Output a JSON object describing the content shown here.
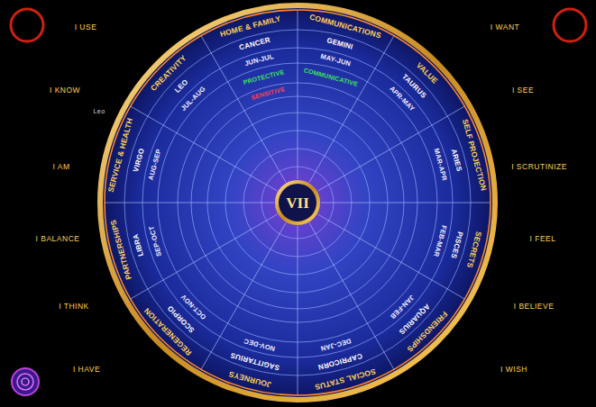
{
  "diagram": {
    "nodes": [
      {
        "text": [
          "VII"
        ]
      }
    ],
    "labels": [
      "HOME & FAMILY",
      "COMMUNICATIONS",
      "VALUE",
      "SELF PROJECTION",
      "SECRETS",
      "FRIENDSHIPS",
      "SOCIAL STATUS",
      "JOURNEYS",
      "REGENERATION",
      "PARTNERSHIPS",
      "SERVICE & HEALTH",
      "CREATIVITY",
      "CANCER",
      "GEMINI",
      "TAURUS",
      "ARIES",
      "PISCES",
      "AQUARIUS",
      "CAPRICORN",
      "SAGITTARIUS",
      "SCORPIO",
      "LIBRA",
      "VIRGO",
      "LEO",
      "JUN-JUL",
      "MAY-JUN",
      "APR-MAY",
      "MAR-APR",
      "FEB-MAR",
      "JAN-FEB",
      "DEC-JAN",
      "NOV-DEC",
      "OCT-NOV",
      "SEP-OCT",
      "AUG-SEP",
      "JUL-AUG",
      "PROTECTIVE",
      "SENSITIVE",
      "COMMUNICATIVE",
      "I USE",
      "I WANT",
      "I KNOW",
      "I SEE",
      "I AM",
      "I SCRUTINIZE",
      "I BALANCE",
      "I FEEL",
      "I THINK",
      "I BELIEVE",
      "I HAVE",
      "I WISH",
      "Leo"
    ]
  }
}
